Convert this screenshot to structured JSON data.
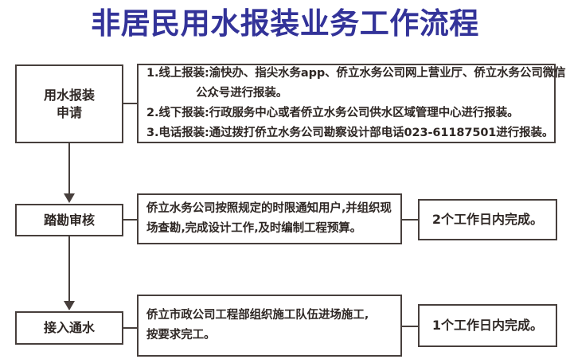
{
  "page": {
    "title": "非居民用水报装业务工作流程",
    "title_color": "#333399",
    "line_color": "#473f3c",
    "text_color": "#2e2724",
    "background": "#ffffff"
  },
  "flow": {
    "steps": [
      {
        "stage": "用水报装\n申请",
        "stage_line1": "用水报装",
        "stage_line2": "申请",
        "detail_items": [
          "1.线上报装:渝快办、指尖水务app、侨立水务公司网上营业厅、侨立水务公司微信",
          "公众号进行报装。",
          "2.线下报装:行政服务中心或者侨立水务公司供水区域管理中心进行报装。",
          "3.电话报装:通过拨打侨立水务公司勘察设计部电话023-61187501进行报装。"
        ],
        "duration": ""
      },
      {
        "stage": "踏勘审核",
        "detail_line1": "侨立水务公司按照规定的时限通知用户‚并组织现",
        "detail_line2": "场查勘‚完成设计工作‚及时编制工程预算。",
        "duration": "2个工作日内完成。"
      },
      {
        "stage": "接入通水",
        "detail_line1": "侨立市政公司工程部组织施工队伍进场施工‚",
        "detail_line2": "按要求完工。",
        "duration": "1个工作日内完成。"
      }
    ]
  }
}
